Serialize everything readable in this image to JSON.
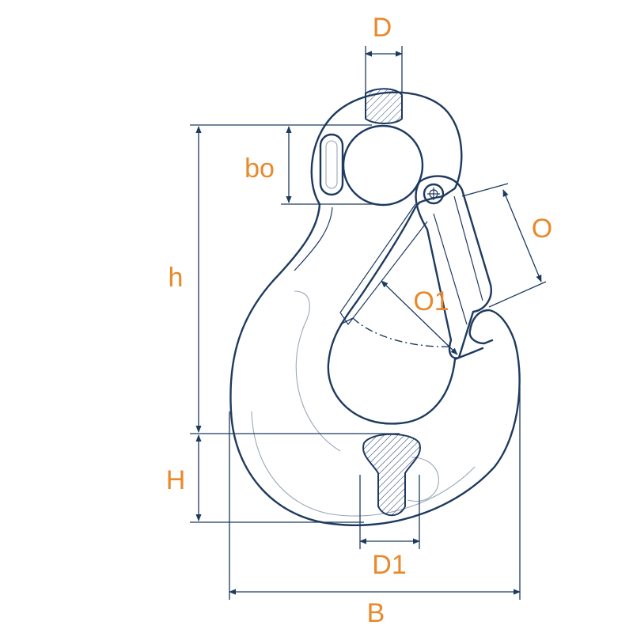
{
  "labels": {
    "D": "D",
    "bo": "bo",
    "h": "h",
    "O": "O",
    "O1": "O1",
    "H": "H",
    "D1": "D1",
    "B": "B"
  },
  "colors": {
    "outline": "#1e3a5f",
    "label": "#e8892b"
  }
}
